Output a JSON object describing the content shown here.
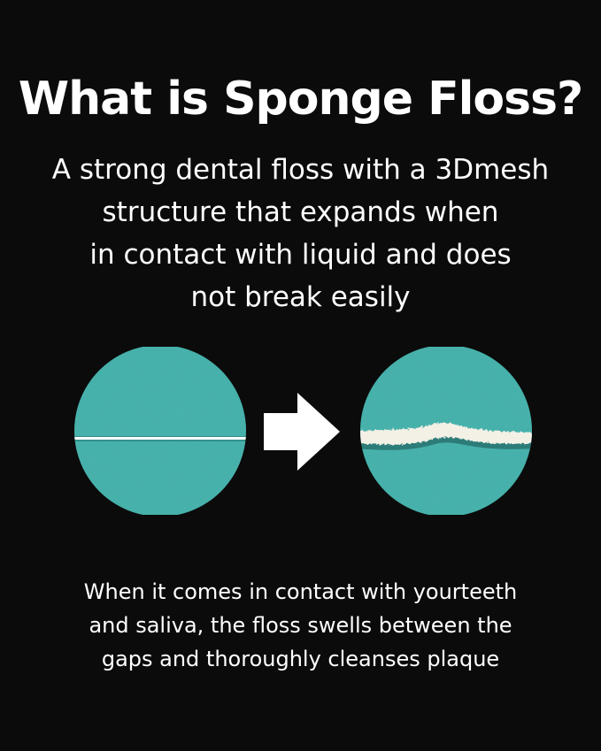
{
  "heading": {
    "title": "What is Sponge Floss?",
    "subtitle_lines": [
      "A strong dental floss with a 3Dmesh",
      "structure that expands when",
      "in contact with liquid and does",
      "not break easily"
    ]
  },
  "illustration": {
    "before_label_icon": "thin-floss-circle",
    "arrow_icon": "right-arrow-icon",
    "after_label_icon": "expanded-floss-circle",
    "circle_color": "#3fb0aa",
    "floss_color": "#ffffff"
  },
  "caption": {
    "lines": [
      "When it comes in contact with yourteeth",
      "and saliva, the floss swells between the",
      "gaps and thoroughly cleanses plaque"
    ]
  }
}
